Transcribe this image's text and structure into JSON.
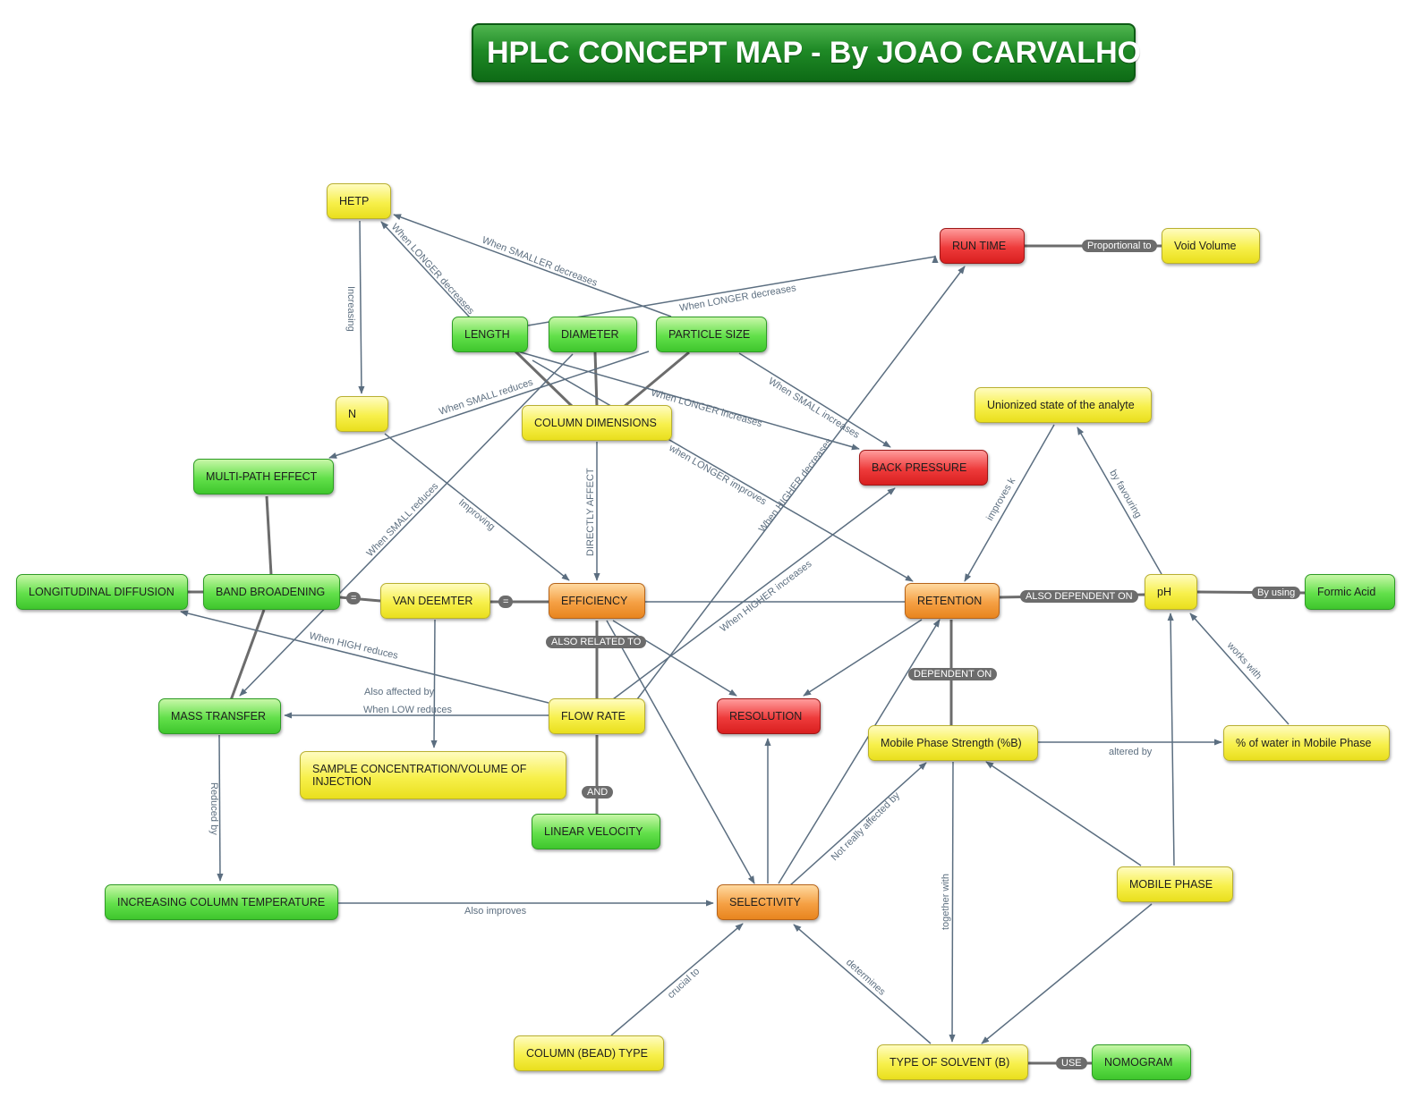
{
  "title": "HPLC CONCEPT MAP - By JOAO CARVALHO",
  "colors": {
    "yellow": "#f7f04b",
    "green": "#62e04a",
    "orange": "#f5a044",
    "red": "#ee3b3b",
    "arrow": "#5b6e80",
    "connector": "#6c6c6c",
    "title_bg": "#1f8a26"
  },
  "nodes": {
    "hetp": "HETP",
    "n": "N",
    "length": "LENGTH",
    "diameter": "DIAMETER",
    "particle_size": "PARTICLE SIZE",
    "column_dimensions": "COLUMN DIMENSIONS",
    "run_time": "RUN TIME",
    "void_volume": "Void Volume",
    "back_pressure": "BACK PRESSURE",
    "unionized": "Unionized state of the analyte",
    "multi_path": "MULTI-PATH EFFECT",
    "longitudinal": "LONGITUDINAL DIFFUSION",
    "band_broadening": "BAND BROADENING",
    "van_deemter": "VAN DEEMTER",
    "efficiency": "EFFICIENCY",
    "retention": "RETENTION",
    "ph": "pH",
    "formic_acid": "Formic Acid",
    "mass_transfer": "MASS TRANSFER",
    "flow_rate": "FLOW RATE",
    "resolution": "RESOLUTION",
    "mobile_phase_strength": "Mobile Phase Strength (%B)",
    "water_percent": "% of water in Mobile Phase",
    "sample_concentration": "SAMPLE CONCENTRATION/VOLUME OF INJECTION",
    "linear_velocity": "LINEAR VELOCITY",
    "increasing_temp": "INCREASING COLUMN TEMPERATURE",
    "selectivity": "SELECTIVITY",
    "mobile_phase": "MOBILE PHASE",
    "column_bead_type": "COLUMN (BEAD) TYPE",
    "type_of_solvent": "TYPE OF SOLVENT (B)",
    "nomogram": "NOMOGRAM"
  },
  "connectors": {
    "proportional_to": "Proportional to",
    "also_dependent_on": "ALSO DEPENDENT ON",
    "by_using": "By using",
    "equals_1": "=",
    "equals_2": "=",
    "also_related_to": "ALSO RELATED TO",
    "dependent_on": "DEPENDENT ON",
    "and": "AND",
    "use": "USE"
  },
  "edge_labels": {
    "increasing": "Increasing",
    "when_longer_decreases_hetp": "When LONGER decreases",
    "when_smaller_decreases": "When SMALLER decreases",
    "when_longer_decreases_runtime": "When LONGER decreases",
    "when_small_reduces_multipath": "When SMALL reduces",
    "when_longer_increases": "When LONGER increases",
    "when_small_increases": "When SMALL increases",
    "when_longer_improves": "when LONGER improves",
    "directly_affect": "DIRECTLY AFFECT",
    "improving": "Improving",
    "when_small_reduces_mass": "When SMALL reduces",
    "when_higher_decreases": "When HIGHER decreases",
    "when_higher_increases": "When HIGHER increases",
    "improves_k": "improves k",
    "by_favouring": "by favouring",
    "works_with": "works with",
    "when_high_reduces": "When HIGH reduces",
    "also_affected_by": "Also affected by",
    "when_low_reduces": "When LOW reduces",
    "altered_by": "altered by",
    "reduced_by": "Reduced by",
    "also_improves": "Also improves",
    "not_really_affected_by": "Not really affected by",
    "together_with": "together with",
    "crucial_to": "crucial to",
    "determines": "determines"
  }
}
